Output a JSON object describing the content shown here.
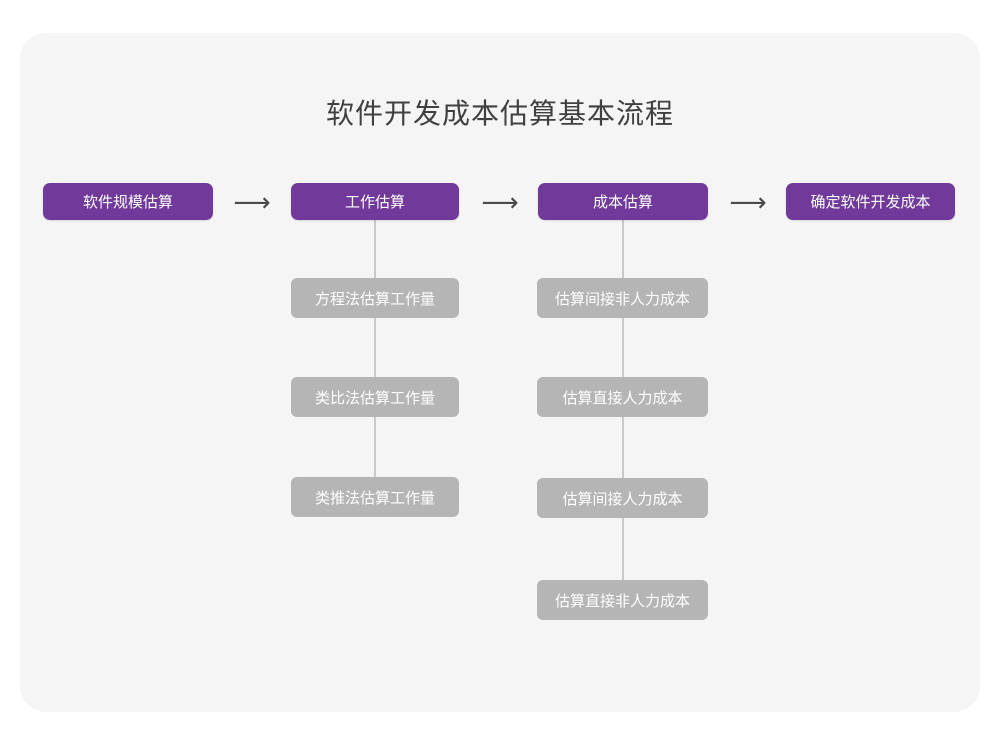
{
  "diagram": {
    "title": "软件开发成本估算基本流程",
    "colors": {
      "primary": "#70399A",
      "sub": "#B5B5B5",
      "card_background": "#F5F5F5",
      "page_background": "#FFFFFF",
      "connector": "#C9C9C9",
      "title_text": "#404040"
    },
    "arrow_glyph": "⟶",
    "main_flow": [
      {
        "label": "软件规模估算"
      },
      {
        "label": "工作估算"
      },
      {
        "label": "成本估算"
      },
      {
        "label": "确定软件开发成本"
      }
    ],
    "arrows": [
      {
        "label": "⟶"
      },
      {
        "label": "⟶"
      },
      {
        "label": "⟶"
      }
    ],
    "branches": [
      {
        "parent": "工作估算",
        "items": [
          {
            "label": "方程法估算工作量"
          },
          {
            "label": "类比法估算工作量"
          },
          {
            "label": "类推法估算工作量"
          }
        ]
      },
      {
        "parent": "成本估算",
        "items": [
          {
            "label": "估算间接非人力成本"
          },
          {
            "label": "估算直接人力成本"
          },
          {
            "label": "估算间接人力成本"
          },
          {
            "label": "估算直接非人力成本"
          }
        ]
      }
    ]
  }
}
